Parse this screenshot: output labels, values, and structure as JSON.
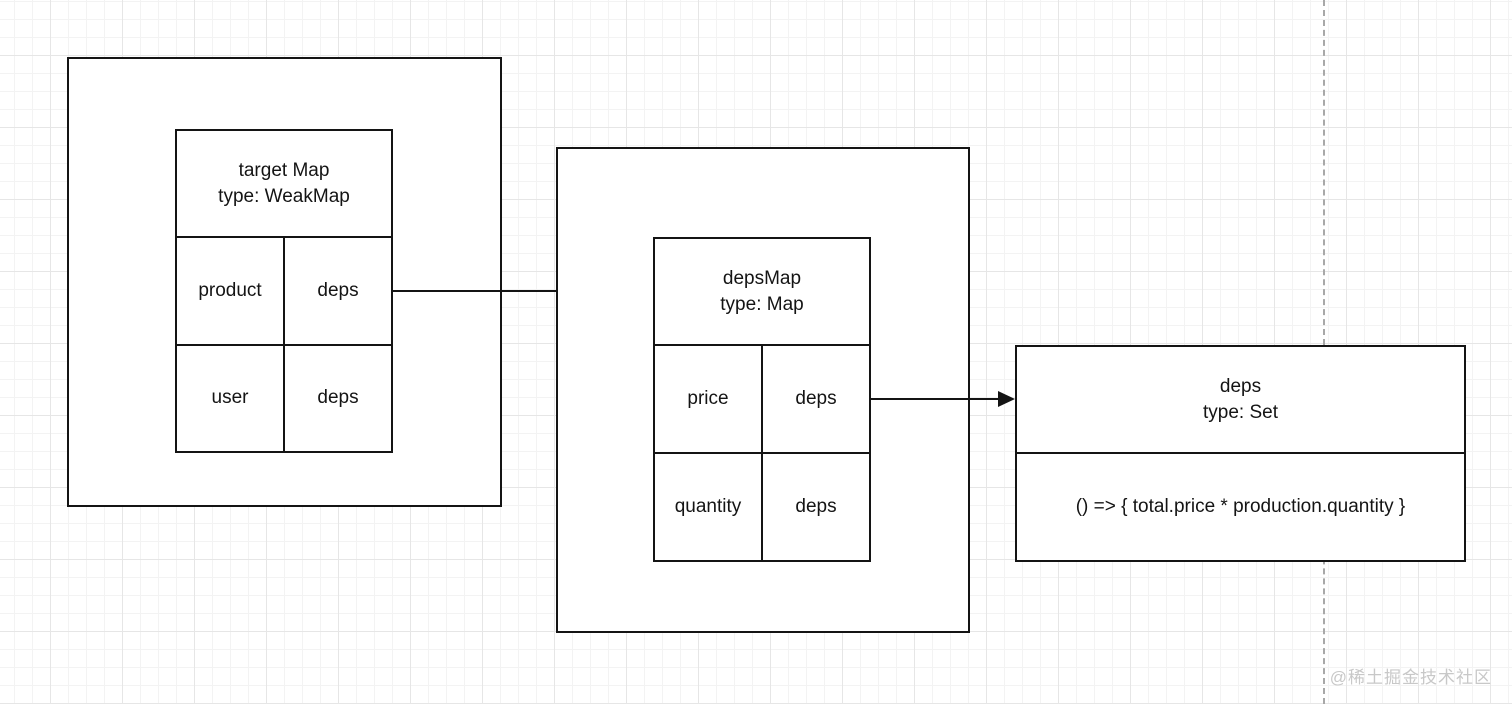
{
  "colors": {
    "stroke": "#141414",
    "background": "#ffffff",
    "grid_minor": "#f3f3f3",
    "grid_major": "#e6e6e6",
    "dashed_divider": "#a8a8a8",
    "watermark": "#c8c8c8"
  },
  "diagram": {
    "target_map": {
      "title": "target Map",
      "subtitle": "type: WeakMap",
      "rows": [
        {
          "key": "product",
          "value": "deps"
        },
        {
          "key": "user",
          "value": "deps"
        }
      ]
    },
    "deps_map": {
      "title": "depsMap",
      "subtitle": "type: Map",
      "rows": [
        {
          "key": "price",
          "value": "deps"
        },
        {
          "key": "quantity",
          "value": "deps"
        }
      ]
    },
    "deps_set": {
      "title": "deps",
      "subtitle": "type: Set",
      "effect": "() => { total.price * production.quantity }"
    }
  },
  "watermark": {
    "text": "@稀土掘金技术社区"
  }
}
